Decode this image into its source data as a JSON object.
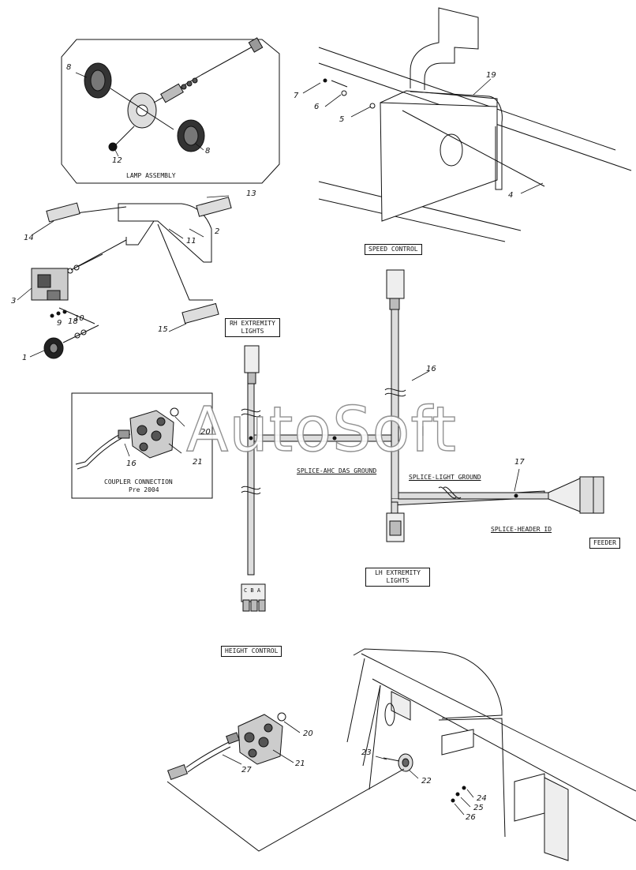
{
  "labels": {
    "lamp_assembly": "LAMP ASSEMBLY",
    "speed_control": "SPEED CONTROL",
    "rh_extremity_lights": "RH EXTREMITY LIGHTS",
    "lh_extremity_lights": "LH EXTREMITY LIGHTS",
    "coupler_connection": "COUPLER CONNECTION",
    "coupler_pre": "Pre 2004",
    "splice_ahc": "SPLICE-AHC DAS GROUND",
    "splice_light": "SPLICE-LIGHT GROUND",
    "splice_header": "SPLICE-HEADER ID",
    "feeder": "FEEDER",
    "height_control": "HEIGHT CONTROL"
  },
  "watermark": "AutoSoft",
  "part_numbers": [
    "1",
    "2",
    "3",
    "4",
    "5",
    "6",
    "7",
    "8",
    "8",
    "9",
    "10",
    "11",
    "12",
    "13",
    "14",
    "15",
    "16",
    "16",
    "17",
    "18",
    "19",
    "20",
    "20",
    "21",
    "21",
    "22",
    "23",
    "24",
    "25",
    "26",
    "27"
  ],
  "connector_letters": "C B A",
  "colors": {
    "line": "#111111",
    "watermark_outline": "#888888",
    "background": "#ffffff"
  }
}
